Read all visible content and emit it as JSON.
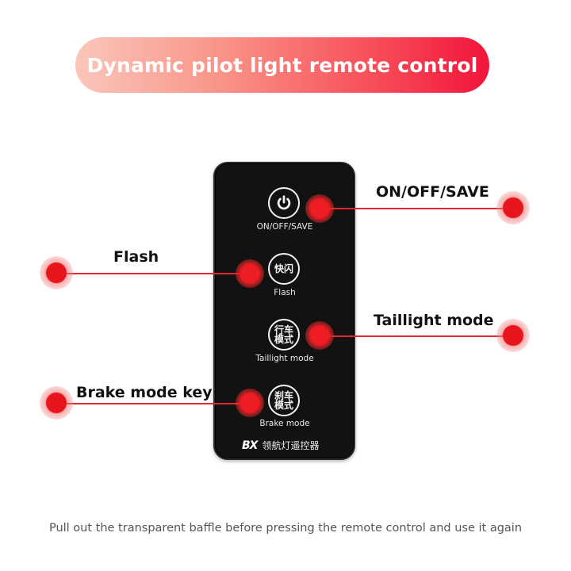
{
  "banner": {
    "title": "Dynamic pilot light remote control"
  },
  "remote": {
    "buttons": [
      {
        "icon": "power-icon",
        "glyph": "",
        "label": "ON/OFF/SAVE"
      },
      {
        "icon": "",
        "glyph": "快闪",
        "label": "Flash"
      },
      {
        "icon": "",
        "glyph_line1": "行车",
        "glyph_line2": "模式",
        "label": "Taillight mode"
      },
      {
        "icon": "",
        "glyph_line1": "刹车",
        "glyph_line2": "模式",
        "label": "Brake mode"
      }
    ],
    "brand_logo": "BX",
    "brand_text": "领航灯遥控器"
  },
  "callouts": {
    "onoff": "ON/OFF/SAVE",
    "flash": "Flash",
    "taillight": "Taillight mode",
    "brake": "Brake mode key"
  },
  "footer": {
    "note": "Pull out the transparent baffle before pressing the remote control and use it again"
  },
  "colors": {
    "accent": "#e8141e",
    "banner_start": "#fbc6bb",
    "banner_end": "#f2143a",
    "remote_body": "#121212"
  }
}
